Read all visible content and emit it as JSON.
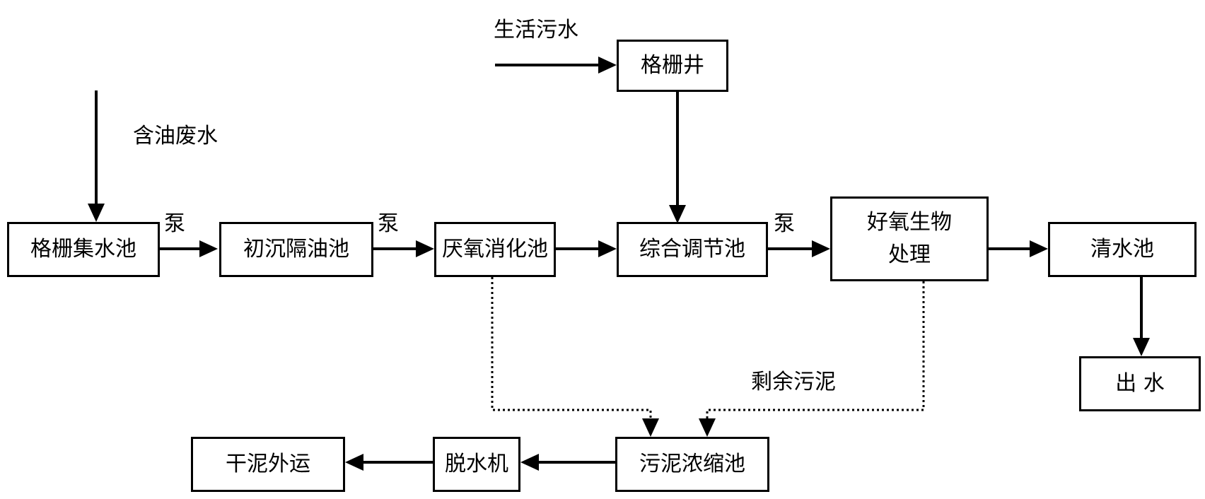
{
  "nodes": {
    "grid_collection_tank": "格栅集水池",
    "primary_settling_oil_separator": "初沉隔油池",
    "anaerobic_digestion_tank": "厌氧消化池",
    "comprehensive_regulating_tank": "综合调节池",
    "aerobic_treatment": {
      "line1": "好氧生物",
      "line2": "处理"
    },
    "clear_water_tank": "清水池",
    "outlet": "出 水",
    "grid_well": "格栅井",
    "sludge_thickener": "污泥浓缩池",
    "dewatering_machine": "脱水机",
    "dry_sludge_transport": "干泥外运"
  },
  "labels": {
    "oily_wastewater": "含油废水",
    "domestic_sewage": "生活污水",
    "pump1": "泵",
    "pump2": "泵",
    "pump3": "泵",
    "excess_sludge": "剩余污泥"
  }
}
